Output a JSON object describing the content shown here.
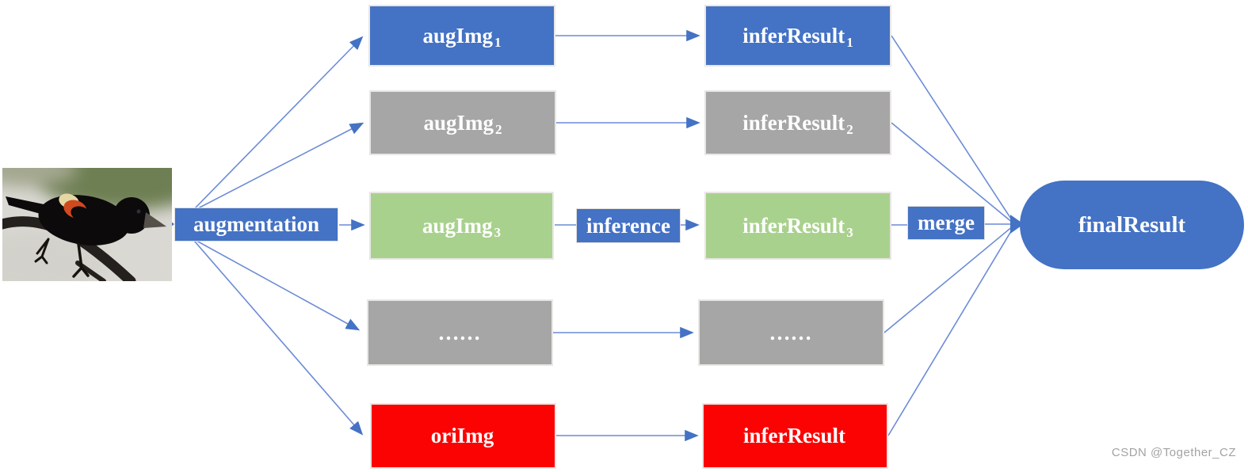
{
  "diagram": {
    "source_image": {
      "description": "red-winged blackbird perched on a branch"
    },
    "stages": {
      "augmentation": "augmentation",
      "inference": "inference",
      "merge": "merge"
    },
    "rows": [
      {
        "color": "blue",
        "aug": {
          "base": "augImg",
          "sub": "1"
        },
        "infer": {
          "base": "inferResult",
          "sub": "1"
        }
      },
      {
        "color": "gray",
        "aug": {
          "base": "augImg",
          "sub": "2"
        },
        "infer": {
          "base": "inferResult",
          "sub": "2"
        }
      },
      {
        "color": "green",
        "aug": {
          "base": "augImg",
          "sub": "3"
        },
        "infer": {
          "base": "inferResult",
          "sub": "3"
        }
      },
      {
        "color": "gray",
        "aug": {
          "base": "……",
          "sub": ""
        },
        "infer": {
          "base": "……",
          "sub": ""
        }
      },
      {
        "color": "red",
        "aug": {
          "base": "oriImg",
          "sub": ""
        },
        "infer": {
          "base": "inferResult",
          "sub": ""
        }
      }
    ],
    "final_label": "finalResult",
    "colors": {
      "node_blue": "#4472C4",
      "node_gray": "#A6A6A6",
      "node_green": "#A9D18E",
      "node_red": "#FB0303",
      "connector": "#6C8CD5",
      "arrowhead": "#4472C4"
    }
  },
  "watermark": {
    "text": "CSDN @Together_CZ"
  }
}
